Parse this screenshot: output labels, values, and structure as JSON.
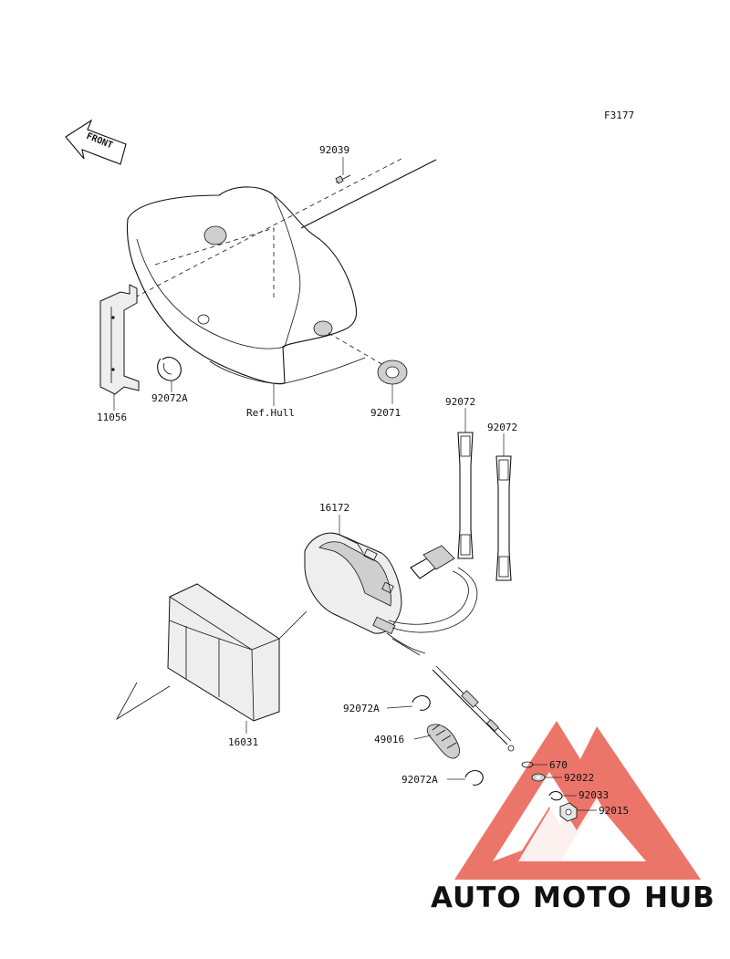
{
  "figure_id": "F3177",
  "front_label": "FRONT",
  "labels": {
    "p92039": "92039",
    "p11056": "11056",
    "p92072A_1": "92072A",
    "ref_hull": "Ref.Hull",
    "p92071": "92071",
    "p92072_1": "92072",
    "p92072_2": "92072",
    "p16172": "16172",
    "p16031": "16031",
    "p92072A_2": "92072A",
    "p49016": "49016",
    "p92072A_3": "92072A",
    "p670": "670",
    "p92022": "92022",
    "p92033": "92033",
    "p92015": "92015"
  },
  "watermark": {
    "part1": "AUTO",
    "part2": "MOTO",
    "part3": "HUB",
    "color1": "#f5a623",
    "color2": "#ee5a4d",
    "color3": "#555555"
  },
  "colors": {
    "line": "#111111",
    "logo_red": "#e8574a"
  }
}
